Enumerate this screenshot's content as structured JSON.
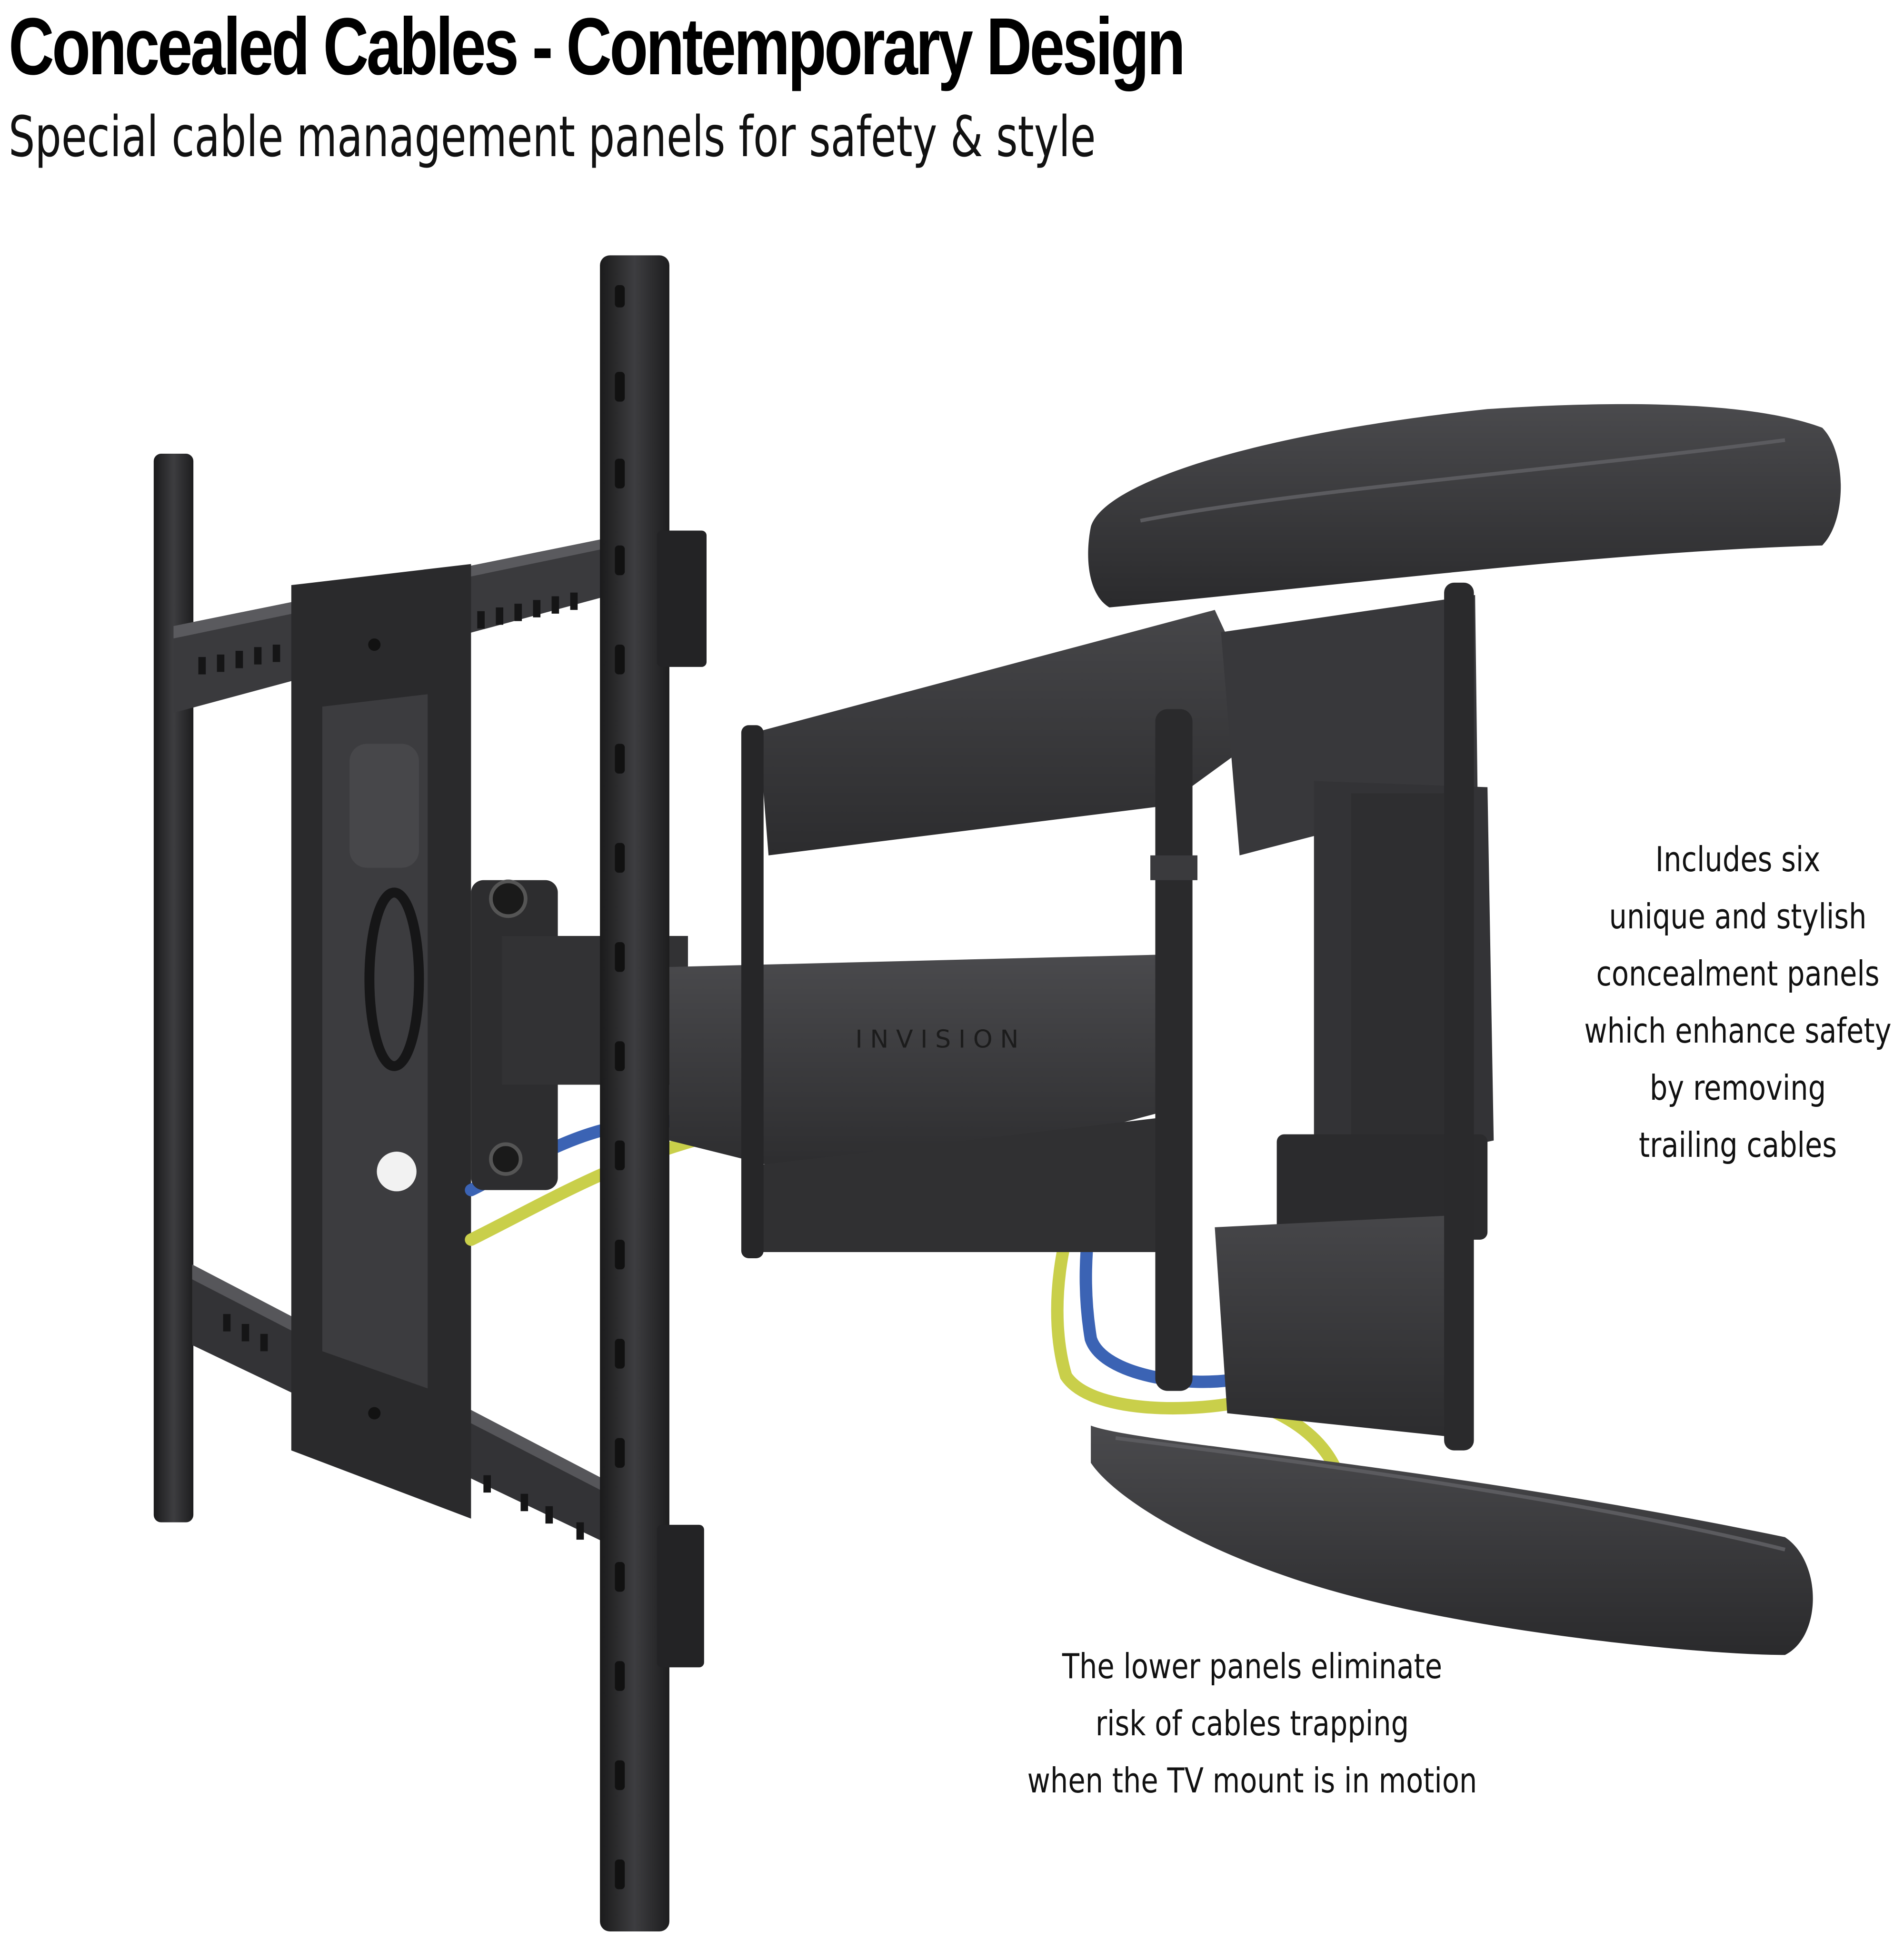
{
  "header": {
    "title": "Concealed Cables - Contemporary Design",
    "subtitle": "Special cable management panels for safety & style"
  },
  "callouts": {
    "right": {
      "lines": [
        "Includes six",
        "unique and stylish",
        "concealment panels",
        "which enhance safety",
        "by removing",
        "trailing cables"
      ]
    },
    "bottom": {
      "lines": [
        "The lower panels eliminate",
        "risk of cables trapping",
        "when the TV mount is in motion"
      ]
    }
  },
  "product": {
    "brand_logo": "INVISION",
    "image": "tv-wall-mount-with-cable-concealment-panels",
    "colors": {
      "metal": "#2b2b2d",
      "metal_light": "#4a4a4d",
      "panel": "#3a3a3c",
      "cable_blue": "#3b63b4",
      "cable_yellow": "#c9cf4a"
    }
  }
}
